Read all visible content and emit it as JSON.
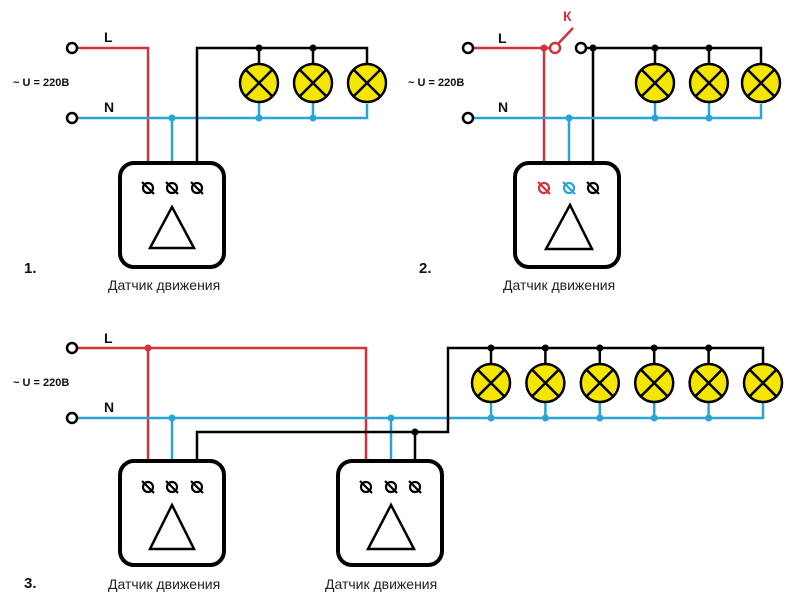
{
  "colors": {
    "phase": "#d2323c",
    "neutral": "#2aa3d6",
    "load": "#000000",
    "lamp_fill": "#f5e600",
    "background": "#ffffff"
  },
  "labels": {
    "phase": "L",
    "neutral": "N",
    "voltage": "~ U = 220В",
    "sensor": "Датчик движения",
    "switch": "К"
  },
  "diagrams": [
    {
      "number": "1.",
      "description": "Motion sensor controlling 3 lamps",
      "sensor_count": 1,
      "lamp_count": 3,
      "has_bypass_switch": false
    },
    {
      "number": "2.",
      "description": "Motion sensor with bypass switch K controlling 3 lamps",
      "sensor_count": 1,
      "lamp_count": 3,
      "has_bypass_switch": true
    },
    {
      "number": "3.",
      "description": "Two motion sensors in parallel controlling 6 lamps",
      "sensor_count": 2,
      "lamp_count": 6,
      "has_bypass_switch": false
    }
  ]
}
